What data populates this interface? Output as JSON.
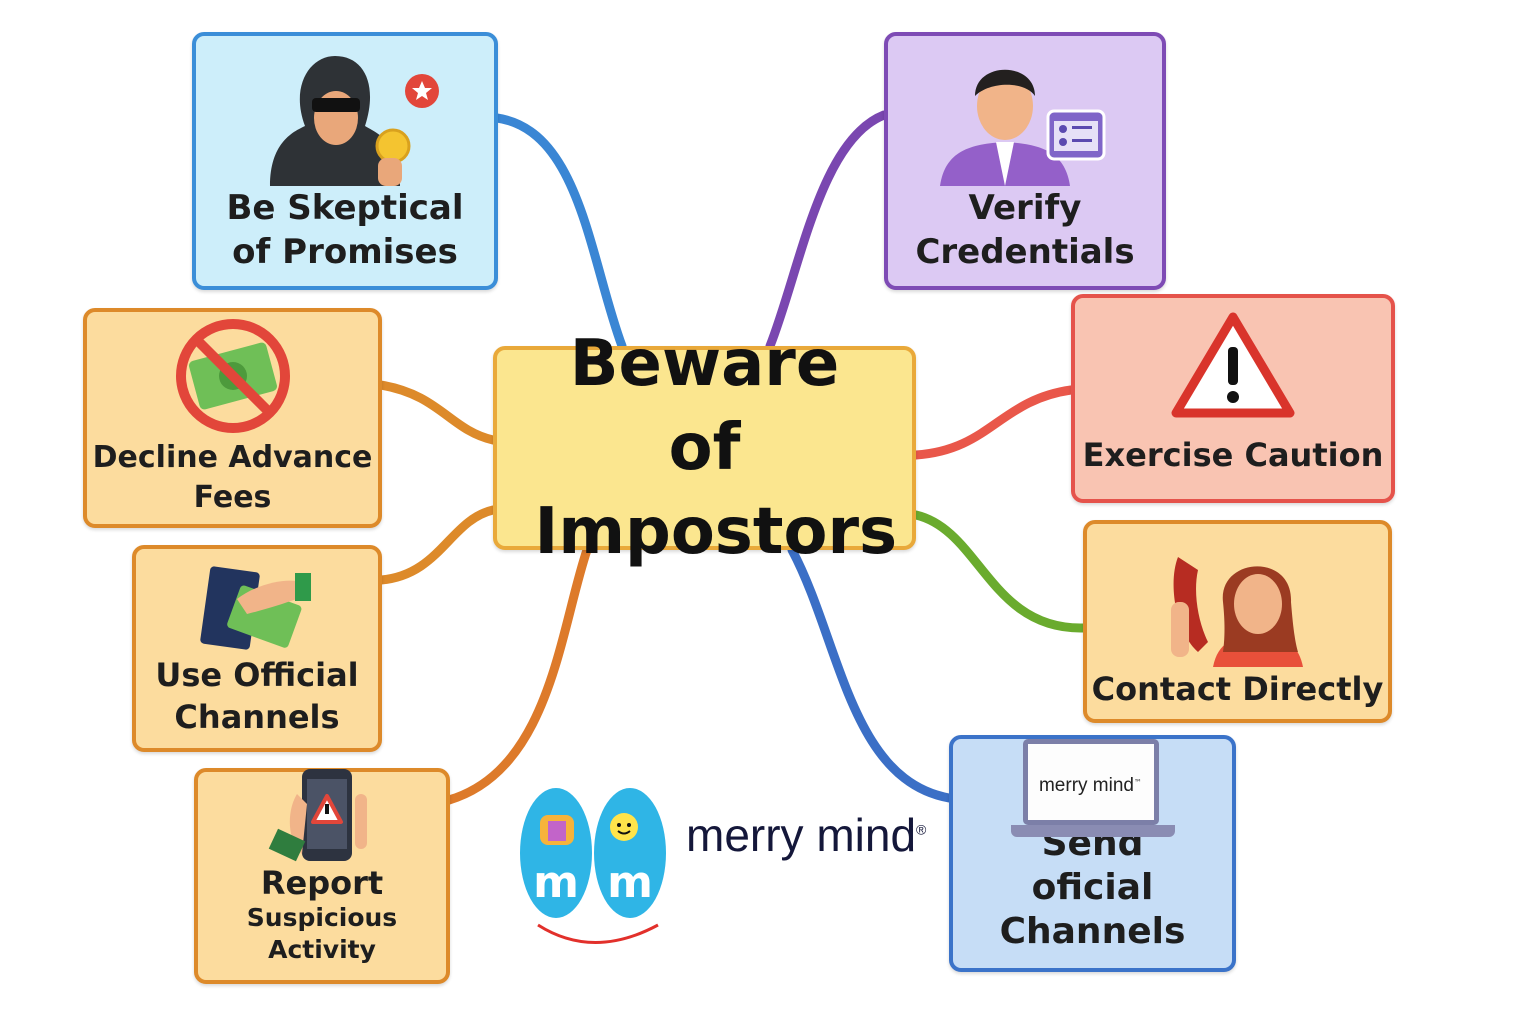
{
  "center": {
    "title": "Beware of Impostors"
  },
  "nodes": {
    "skeptical": {
      "label": "Be Skeptical of Promises",
      "icon": "hooded-scammer-icon"
    },
    "verify": {
      "label": "Verify Credentials",
      "icon": "person-id-badge-icon"
    },
    "decline": {
      "label": "Decline Advance Fees",
      "icon": "no-money-icon"
    },
    "caution": {
      "label": "Exercise Caution",
      "icon": "warning-icon"
    },
    "official": {
      "label": "Use Official Channels",
      "icon": "hand-money-icon"
    },
    "contact": {
      "label": "Contact Directly",
      "icon": "phone-call-icon"
    },
    "report_title": {
      "label": "Report"
    },
    "report_sub": {
      "label": "Suspicious Activity",
      "icon": "phone-alert-icon"
    },
    "send": {
      "label": "Send oficial Channels",
      "icon": "laptop-icon",
      "screen_text": "merry mind",
      "screen_tm": "™"
    }
  },
  "brand": {
    "name": "merry mind",
    "mark": "®",
    "logo_letters": "m m"
  },
  "colors": {
    "blue": "#3b8ed8",
    "purple": "#7e4bb5",
    "orange": "#dd8a2a",
    "red": "#e5534b",
    "green": "#6aab2e",
    "navy": "#3b73c9",
    "center": "#fbe68f"
  }
}
